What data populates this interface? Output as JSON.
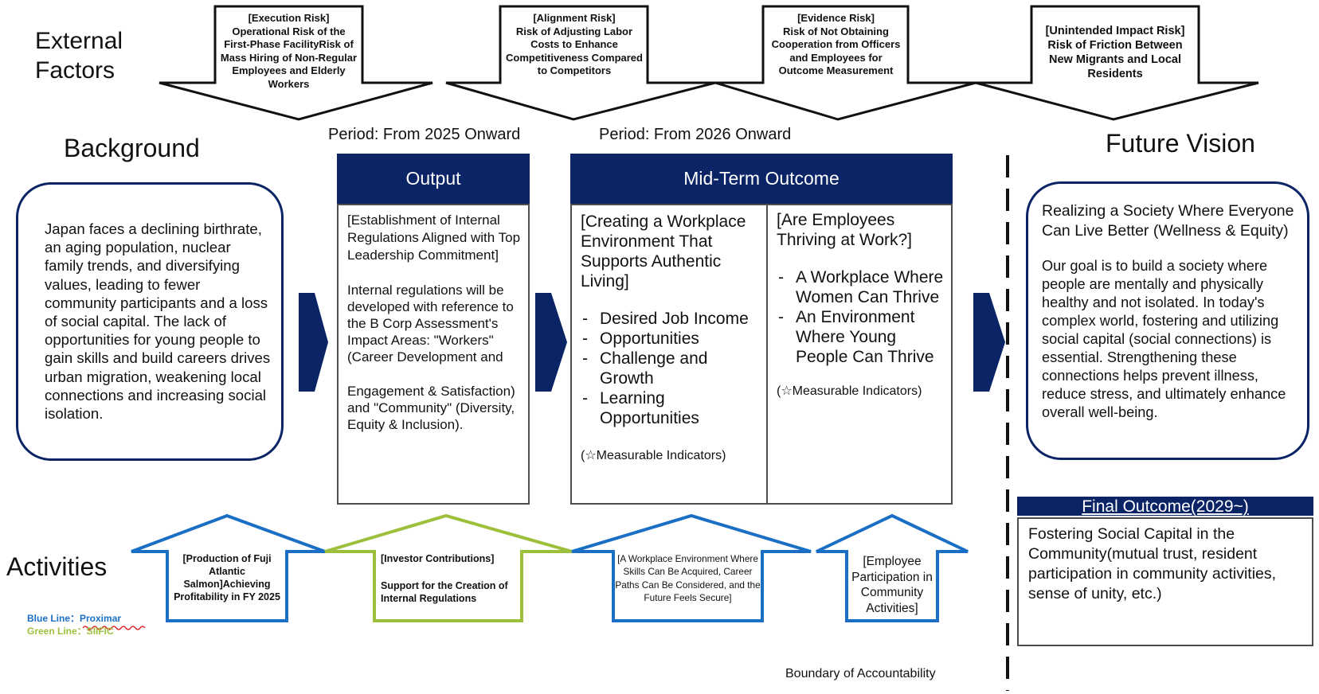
{
  "labels": {
    "external_factors": "External Factors",
    "background": "Background",
    "future_vision": "Future Vision",
    "activities": "Activities",
    "boundary": "Boundary of Accountability"
  },
  "risks": [
    {
      "title": "[Execution Risk]",
      "body": "Operational Risk of the First-Phase FacilityRisk of Mass Hiring of Non-Regular Employees and Elderly Workers"
    },
    {
      "title": "[Alignment Risk]",
      "body": "Risk of Adjusting Labor Costs to Enhance Competitiveness Compared to Competitors"
    },
    {
      "title": "[Evidence Risk]",
      "body": "Risk of Not Obtaining Cooperation from Officers and Employees for Outcome Measurement"
    },
    {
      "title": "[Unintended Impact Risk]",
      "body": "Risk of Friction Between New Migrants and Local Residents"
    }
  ],
  "periods": {
    "output": "Period: From 2025 Onward",
    "mid_term": "Period: From 2026 Onward"
  },
  "background": {
    "text": "Japan faces a declining birthrate, an aging population, nuclear family trends, and diversifying values, leading to fewer community participants and a loss of social capital. The lack of opportunities for young people to gain skills and build careers drives urban migration, weakening local connections and increasing social isolation."
  },
  "output": {
    "header": "Output",
    "title": "[Establishment of Internal Regulations Aligned with Top Leadership Commitment]",
    "para1": "Internal regulations will be developed with reference to the B Corp Assessment's Impact Areas: \"Workers\" (Career Development and",
    "para2": "Engagement & Satisfaction) and \"Community\" (Diversity, Equity & Inclusion)."
  },
  "mid_term": {
    "header": "Mid-Term Outcome",
    "left": {
      "title": "[Creating a Workplace Environment That Supports Authentic Living]",
      "items": [
        "Desired Job Income",
        "Opportunities",
        "Challenge and Growth",
        "Learning Opportunities"
      ],
      "note": "(☆Measurable Indicators)"
    },
    "right": {
      "title": "[Are Employees Thriving at Work?]",
      "items": [
        "A Workplace Where Women Can Thrive",
        "An Environment Where Young People Can Thrive"
      ],
      "note": "(☆Measurable Indicators)"
    }
  },
  "future": {
    "title": "Realizing a Society Where Everyone Can Live Better (Wellness & Equity)",
    "text": "Our goal is to build a society where people are mentally and physically healthy and not isolated. In today's complex world, fostering and utilizing social capital (social connections) is essential. Strengthening these connections helps prevent illness, reduce stress, and ultimately enhance overall well-being."
  },
  "final_outcome": {
    "header": "Final Outcome(2029~)",
    "text": "Fostering Social Capital in the Community(mutual trust, resident participation in community activities, sense of unity, etc.)"
  },
  "activities": [
    {
      "text": "[Production of Fuji Atlantic Salmon]Achieving Profitability in FY 2025",
      "line": "blue"
    },
    {
      "text_a": "[Investor Contributions]",
      "text_b": "Support for the Creation of Internal Regulations",
      "line": "green"
    },
    {
      "text": "[A Workplace Environment Where Skills Can Be Acquired, Career Paths Can Be Considered, and the Future Feels Secure]",
      "line": "blue"
    },
    {
      "text": "[Employee Participation in Community Activities]",
      "line": "blue"
    }
  ],
  "legend": {
    "blue": "Blue Line：Proximar",
    "green": "Green Line：SIIFIC"
  },
  "colors": {
    "navy": "#0a2466",
    "blue_line": "#1a6fc4",
    "green_line": "#9dc03c",
    "border_gray": "#4d4d4d"
  }
}
